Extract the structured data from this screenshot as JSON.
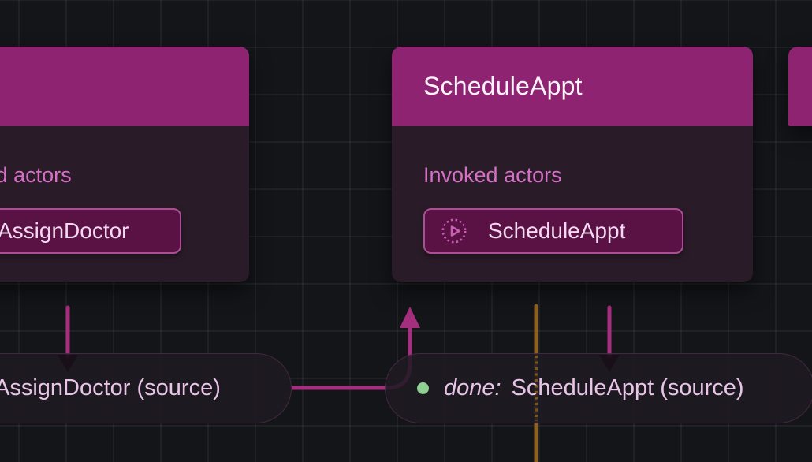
{
  "diagram": {
    "nodes": [
      {
        "title": "",
        "section_label": "Invoked actors",
        "actor_name": "AssignDoctor"
      },
      {
        "title": "ScheduleAppt",
        "section_label": "Invoked actors",
        "actor_name": "ScheduleAppt"
      },
      {
        "title": ""
      }
    ],
    "events": [
      {
        "prefix": "",
        "label": "AssignDoctor (source)"
      },
      {
        "prefix": "done:",
        "label": "ScheduleAppt (source)"
      }
    ],
    "colors": {
      "canvas_bg": "#141519",
      "state_header": "#8e2471",
      "state_body": "#2a1b28",
      "section_label": "#d570c5",
      "actor_button_fill": "#5a1245",
      "actor_button_border": "#aa4f96",
      "actor_button_text": "#f3d9f1",
      "event_text": "#e9c4e7",
      "edge_magenta": "#a62e7e",
      "edge_orange": "#8f6120",
      "done_status_green": "#90d092",
      "title_text": "#fdf3fa"
    }
  }
}
